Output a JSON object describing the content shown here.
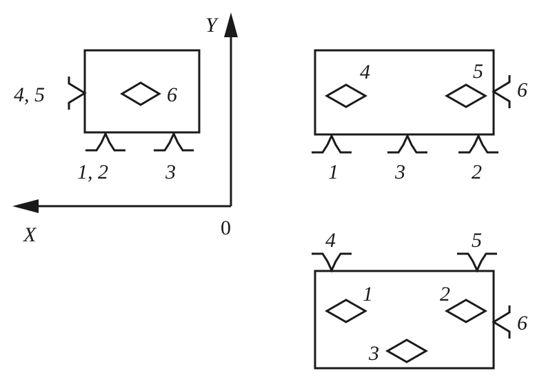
{
  "axes": {
    "x_label": "X",
    "y_label": "Y",
    "origin_label": "0"
  },
  "diagram1": {
    "side_label": "4, 5",
    "point_label": "6",
    "bottom_left_label": "1, 2",
    "bottom_right_label": "3"
  },
  "diagram2": {
    "bottom_labels": [
      "1",
      "3",
      "2"
    ],
    "point_left_label": "4",
    "point_right_label": "5",
    "side_label": "6"
  },
  "diagram3": {
    "top_labels": [
      "4",
      "5"
    ],
    "point_labels": [
      "1",
      "2",
      "3"
    ],
    "side_label": "6"
  }
}
